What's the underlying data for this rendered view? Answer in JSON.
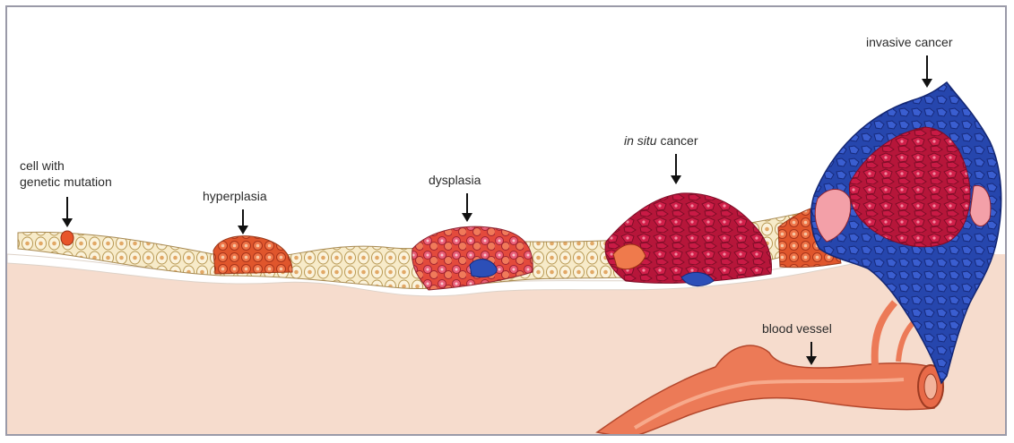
{
  "labels": {
    "cell_mutation_line1": "cell with",
    "cell_mutation_line2": "genetic mutation",
    "hyperplasia": "hyperplasia",
    "dysplasia": "dysplasia",
    "in_situ_italic": "in situ",
    "in_situ_rest": " cancer",
    "invasive": "invasive cancer",
    "blood_vessel": "blood vessel"
  },
  "colors": {
    "tissue": "#f6dccd",
    "membrane": "#ffffff",
    "normal_cell": "#f7ebc9",
    "mutated_cell": "#e8552a",
    "cancer_cell": "#c8173f",
    "invasive_blue": "#2c4fb8",
    "vessel": "#ec7a57"
  }
}
